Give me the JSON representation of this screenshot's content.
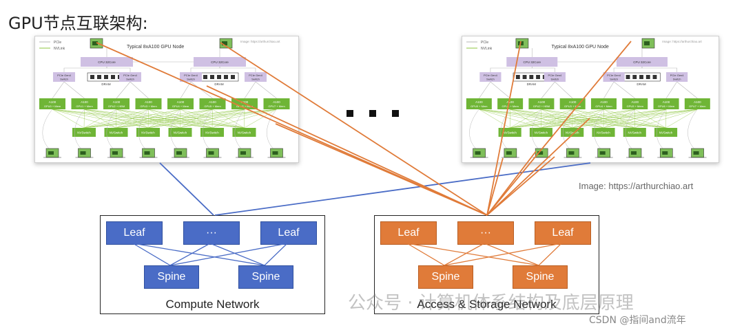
{
  "title": "GPU节点互联架构:",
  "image_credit": "Image: https://arthurchiao.art",
  "ellipsis": "...",
  "gpu_node": {
    "title": "Typical 8xA100 GPU Node",
    "watermark": "Image: https://arthurchiao.art",
    "legend": [
      "PCIe",
      "NVLink"
    ],
    "cpu_label": "CPU 32Core",
    "dram_label": "DRAM",
    "switch_label": "PCIe Gen4 Switch",
    "gpus": [
      {
        "line1": "A100",
        "line2": "GPU0 + Mem"
      },
      {
        "line1": "A100",
        "line2": "GPU1 + Mem"
      },
      {
        "line1": "A100",
        "line2": "GPU2 + HBM"
      },
      {
        "line1": "A100",
        "line2": "GPU3 + Mem"
      },
      {
        "line1": "A100",
        "line2": "GPU4 + Mem"
      },
      {
        "line1": "A100",
        "line2": "GPU5 + Mem"
      },
      {
        "line1": "A100",
        "line2": "GPU6 + Mem"
      },
      {
        "line1": "A100",
        "line2": "GPU7 + Mem"
      }
    ],
    "nvswitch_label": "NVSwitch",
    "colors": {
      "pcie": "#b7b7b7",
      "nvlink": "#8dc63f",
      "cpu": "#cfc0e3",
      "gpu": "#6fb536"
    }
  },
  "compute_network": {
    "label": "Compute Network",
    "leaves": [
      "Leaf",
      "···",
      "Leaf"
    ],
    "spines": [
      "Spine",
      "Spine"
    ],
    "color": "#4a6cc6"
  },
  "storage_network": {
    "label": "Access & Storage Network",
    "leaves": [
      "Leaf",
      "···",
      "Leaf"
    ],
    "spines": [
      "Spine",
      "Spine"
    ],
    "color": "#e07b39"
  },
  "watermark": "公众号 · 计算机体系结构及底层原理",
  "csdn": "CSDN @指间and流年"
}
